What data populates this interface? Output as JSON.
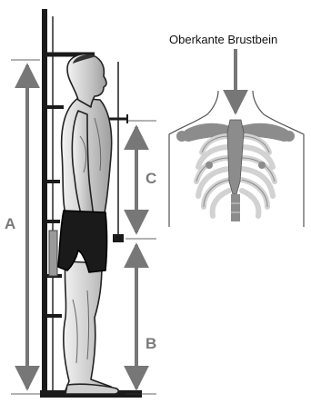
{
  "caption": "Oberkante Brustbein",
  "labels": {
    "a": "A",
    "b": "B",
    "c": "C"
  },
  "colors": {
    "frame": "#1a1a1a",
    "arrow": "#777777",
    "bone_light": "#d2d2d2",
    "bone_dark": "#8c8c8c",
    "skin": "#bdbdbd",
    "shorts": "#1a1a1a"
  }
}
